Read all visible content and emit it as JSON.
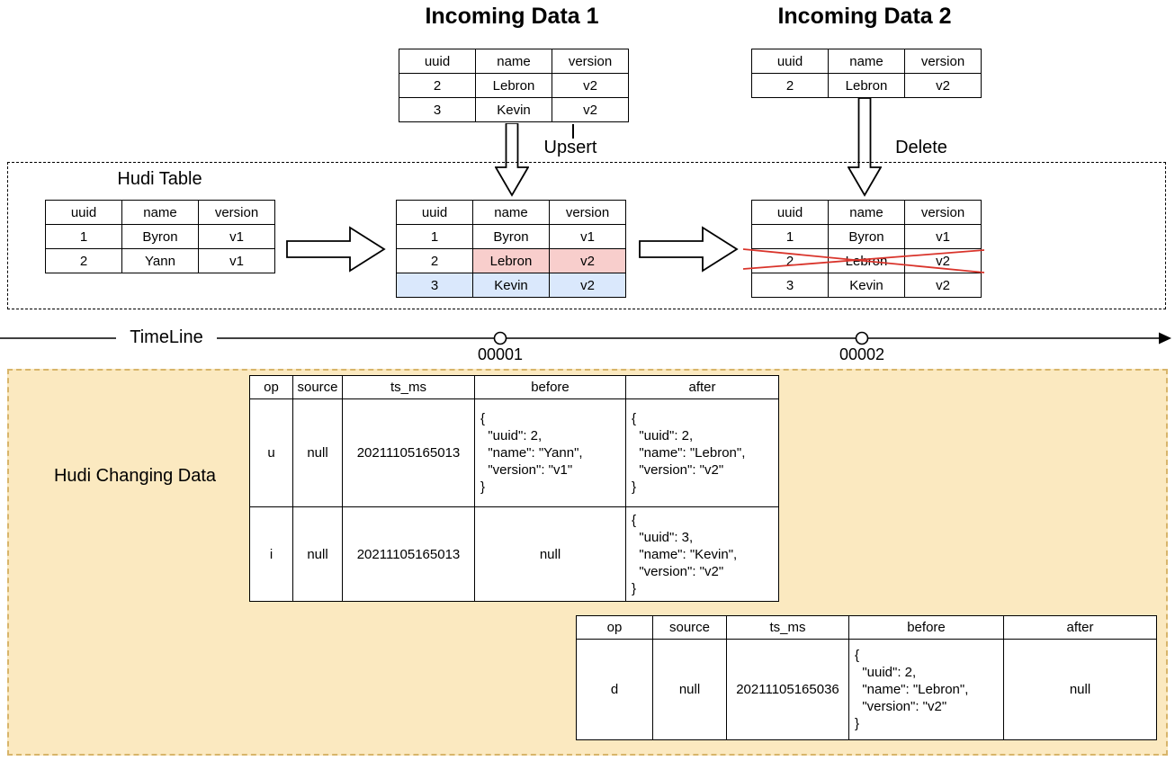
{
  "colors": {
    "highlight_red_fill": "#f8cecc",
    "highlight_red_border": "#b85450",
    "highlight_blue_fill": "#dae8fc",
    "highlight_blue_border": "#6c8ebf",
    "cross_red": "#d9342b",
    "changing_box_fill": "#fbe9c0",
    "changing_box_border": "#d8b56a"
  },
  "incoming1": {
    "title": "Incoming Data 1",
    "columns": [
      "uuid",
      "name",
      "version"
    ],
    "rows": [
      [
        "2",
        "Lebron",
        "v2"
      ],
      [
        "3",
        "Kevin",
        "v2"
      ]
    ]
  },
  "incoming2": {
    "title": "Incoming Data 2",
    "columns": [
      "uuid",
      "name",
      "version"
    ],
    "rows": [
      [
        "2",
        "Lebron",
        "v2"
      ]
    ]
  },
  "operations": {
    "upsert": "Upsert",
    "delete": "Delete"
  },
  "hudi": {
    "label": "Hudi Table",
    "columns": [
      "uuid",
      "name",
      "version"
    ],
    "initial_rows": [
      [
        "1",
        "Byron",
        "v1"
      ],
      [
        "2",
        "Yann",
        "v1"
      ]
    ],
    "after_upsert_rows": [
      [
        "1",
        "Byron",
        "v1"
      ],
      [
        "2",
        "Lebron",
        "v2"
      ],
      [
        "3",
        "Kevin",
        "v2"
      ]
    ],
    "after_upsert_highlights": "row2 name+version red (updated), row3 all blue (inserted)",
    "after_delete_rows": [
      [
        "1",
        "Byron",
        "v1"
      ],
      [
        "2",
        "Lebron",
        "v2"
      ],
      [
        "3",
        "Kevin",
        "v2"
      ]
    ],
    "after_delete_crossed_row": "2 Lebron v2"
  },
  "timeline": {
    "label": "TimeLine",
    "markers": [
      {
        "label": "00001"
      },
      {
        "label": "00002"
      }
    ]
  },
  "changing": {
    "label": "Hudi Changing Data",
    "columns": [
      "op",
      "source",
      "ts_ms",
      "before",
      "after"
    ],
    "table1_rows": [
      [
        "u",
        "null",
        "20211105165013",
        "{\n  \"uuid\": 2,\n  \"name\": \"Yann\",\n  \"version\": \"v1\"\n}",
        "{\n  \"uuid\": 2,\n  \"name\": \"Lebron\",\n  \"version\": \"v2\"\n}"
      ],
      [
        "i",
        "null",
        "20211105165013",
        "null",
        "{\n  \"uuid\": 3,\n  \"name\": \"Kevin\",\n  \"version\": \"v2\"\n}"
      ]
    ],
    "table2_rows": [
      [
        "d",
        "null",
        "20211105165036",
        "{\n  \"uuid\": 2,\n  \"name\": \"Lebron\",\n  \"version\": \"v2\"\n}",
        "null"
      ]
    ]
  }
}
